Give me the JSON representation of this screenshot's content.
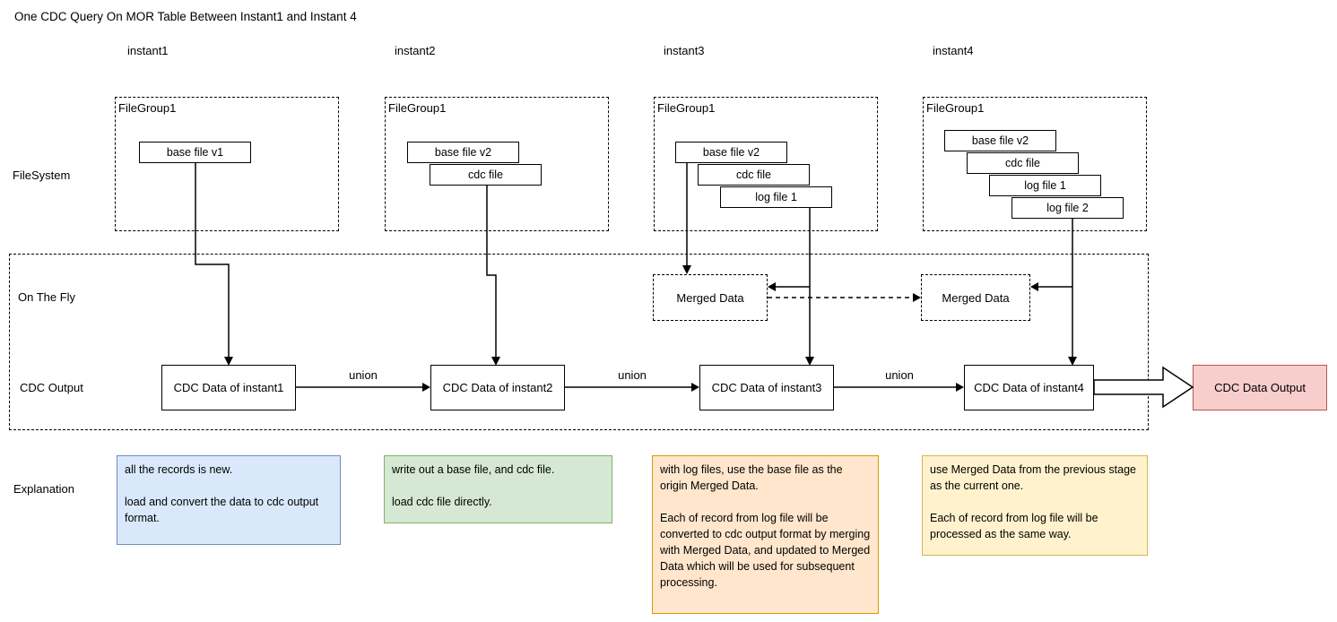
{
  "title": "One CDC Query On MOR Table Between Instant1 and Instant 4",
  "row_labels": {
    "filesystem": "FileSystem",
    "on_the_fly": "On The Fly",
    "cdc_output": "CDC Output",
    "explanation": "Explanation"
  },
  "union_label": "union",
  "merged_data_label": "Merged Data",
  "output_box": {
    "label": "CDC Data Output",
    "fill": "#f8cecc",
    "border": "#b85450"
  },
  "instants": [
    {
      "label": "instant1",
      "filegroup_label": "FileGroup1",
      "files": [
        "base file v1"
      ],
      "cdc_label": "CDC Data of instant1",
      "explanation": {
        "paragraphs": [
          "all the records is new.",
          "load and convert the data to cdc output format."
        ],
        "fill": "#dae8fc",
        "border": "#6c8ebf"
      }
    },
    {
      "label": "instant2",
      "filegroup_label": "FileGroup1",
      "files": [
        "base file v2",
        "cdc file"
      ],
      "cdc_label": "CDC Data of instant2",
      "explanation": {
        "paragraphs": [
          "write out a base file, and cdc file.",
          "load cdc file directly."
        ],
        "fill": "#d5e8d4",
        "border": "#82b366"
      }
    },
    {
      "label": "instant3",
      "filegroup_label": "FileGroup1",
      "files": [
        "base file v2",
        "cdc file",
        "log file 1"
      ],
      "cdc_label": "CDC Data of instant3",
      "explanation": {
        "paragraphs": [
          "with log files, use the base file as the origin Merged Data.",
          "Each of record from log file will be converted to cdc output format by merging with Merged Data, and updated to Merged Data which will be used for subsequent processing."
        ],
        "fill": "#ffe6cc",
        "border": "#d79b00"
      }
    },
    {
      "label": "instant4",
      "filegroup_label": "FileGroup1",
      "files": [
        "base file v2",
        "cdc file",
        "log file 1",
        "log file 2"
      ],
      "cdc_label": "CDC Data of instant4",
      "explanation": {
        "paragraphs": [
          "use Merged Data from the previous stage as the current one.",
          "Each of record from log file will be processed as the same way."
        ],
        "fill": "#fff2cc",
        "border": "#d6b656"
      }
    }
  ]
}
